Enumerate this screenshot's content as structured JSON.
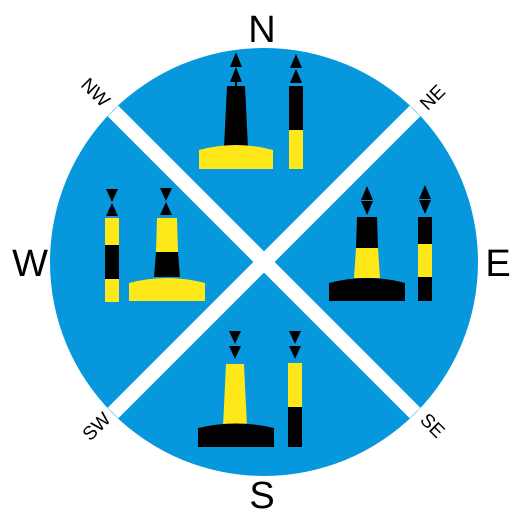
{
  "labels": {
    "north": "N",
    "east": "E",
    "south": "S",
    "west": "W",
    "northeast": "NE",
    "southeast": "SE",
    "southwest": "SW",
    "northwest": "NW"
  },
  "colors": {
    "water": "#0797dd",
    "divider": "#ffffff",
    "black": "#000000",
    "yellow": "#ffe81a",
    "background": "#ffffff"
  },
  "marks": [
    {
      "quadrant": "north",
      "topmark": "both-cones-pointing-up",
      "bands_top_to_bottom": [
        "black",
        "yellow"
      ]
    },
    {
      "quadrant": "east",
      "topmark": "cones-base-to-base",
      "bands_top_to_bottom": [
        "black",
        "yellow",
        "black"
      ]
    },
    {
      "quadrant": "south",
      "topmark": "both-cones-pointing-down",
      "bands_top_to_bottom": [
        "yellow",
        "black"
      ]
    },
    {
      "quadrant": "west",
      "topmark": "cones-point-to-point",
      "bands_top_to_bottom": [
        "yellow",
        "black",
        "yellow"
      ]
    }
  ]
}
